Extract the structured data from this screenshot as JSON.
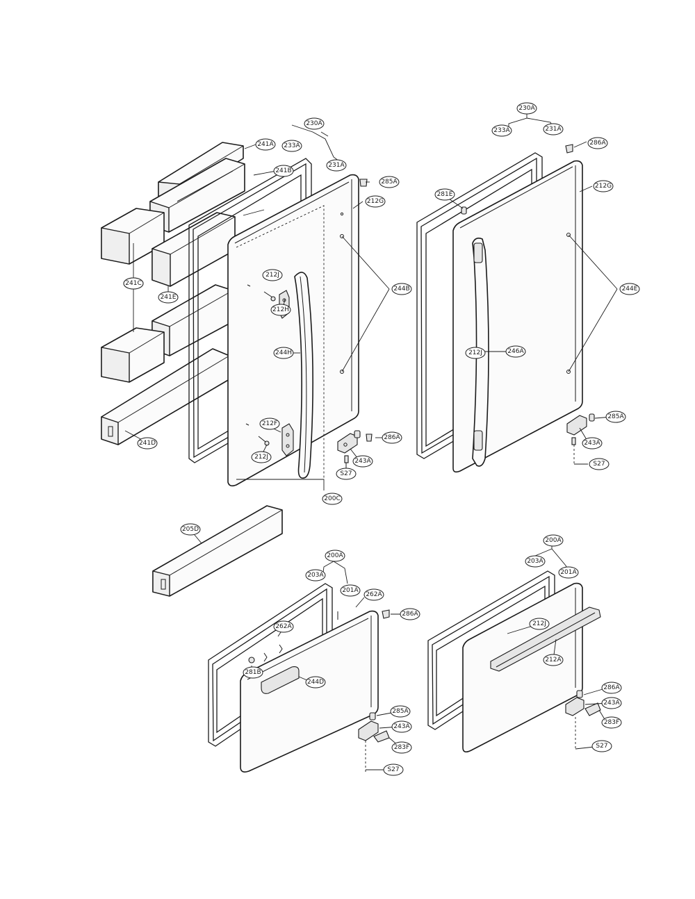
{
  "diagram": {
    "callouts": [
      {
        "id": "c-230A-tl",
        "text": "230A"
      },
      {
        "id": "c-241A",
        "text": "241A"
      },
      {
        "id": "c-233A-tl",
        "text": "233A"
      },
      {
        "id": "c-241B",
        "text": "241B"
      },
      {
        "id": "c-231A-tl",
        "text": "231A"
      },
      {
        "id": "c-285A-tl",
        "text": "285A"
      },
      {
        "id": "c-212G-l",
        "text": "212G"
      },
      {
        "id": "c-241C-top",
        "text": "241C"
      },
      {
        "id": "c-241C-mid",
        "text": "241C"
      },
      {
        "id": "c-241E",
        "text": "241E"
      },
      {
        "id": "c-244B-l",
        "text": "244B"
      },
      {
        "id": "c-212J-a",
        "text": "212J"
      },
      {
        "id": "c-212H",
        "text": "212H"
      },
      {
        "id": "c-244H",
        "text": "244H"
      },
      {
        "id": "c-212F",
        "text": "212F"
      },
      {
        "id": "c-212J-b",
        "text": "212J"
      },
      {
        "id": "c-241D",
        "text": "241D"
      },
      {
        "id": "c-286A-l",
        "text": "286A"
      },
      {
        "id": "c-243A-l",
        "text": "243A"
      },
      {
        "id": "c-S27-l",
        "text": "S27"
      },
      {
        "id": "c-200C",
        "text": "200C"
      },
      {
        "id": "c-230A-tr",
        "text": "230A"
      },
      {
        "id": "c-233A-tr",
        "text": "233A"
      },
      {
        "id": "c-231A-tr",
        "text": "231A"
      },
      {
        "id": "c-286A-tr",
        "text": "286A"
      },
      {
        "id": "c-281E-r",
        "text": "281E"
      },
      {
        "id": "c-212G-r",
        "text": "212G"
      },
      {
        "id": "c-244E",
        "text": "244E"
      },
      {
        "id": "c-212J-r",
        "text": "212J"
      },
      {
        "id": "c-246A",
        "text": "246A"
      },
      {
        "id": "c-285A-r",
        "text": "285A"
      },
      {
        "id": "c-243A-r",
        "text": "243A"
      },
      {
        "id": "c-S27-r",
        "text": "S27"
      },
      {
        "id": "c-205D",
        "text": "205D"
      },
      {
        "id": "c-200A-bl",
        "text": "200A"
      },
      {
        "id": "c-203A-bl",
        "text": "203A"
      },
      {
        "id": "c-201A-bl",
        "text": "201A"
      },
      {
        "id": "c-262A",
        "text": "262A"
      },
      {
        "id": "c-286A-bl",
        "text": "286A"
      },
      {
        "id": "c-262A-b",
        "text": "262A"
      },
      {
        "id": "c-281B",
        "text": "281B"
      },
      {
        "id": "c-244D",
        "text": "244D"
      },
      {
        "id": "c-285A-bl",
        "text": "285A"
      },
      {
        "id": "c-243A-bl",
        "text": "243A"
      },
      {
        "id": "c-283F-bl",
        "text": "283F"
      },
      {
        "id": "c-S27-bl",
        "text": "S27"
      },
      {
        "id": "c-200A-br",
        "text": "200A"
      },
      {
        "id": "c-203A-br",
        "text": "203A"
      },
      {
        "id": "c-201A-br",
        "text": "201A"
      },
      {
        "id": "c-212J-br",
        "text": "212J"
      },
      {
        "id": "c-212A",
        "text": "212A"
      },
      {
        "id": "c-286A-br",
        "text": "286A"
      },
      {
        "id": "c-243A-br",
        "text": "243A"
      },
      {
        "id": "c-283F-br",
        "text": "283F"
      },
      {
        "id": "c-S27-br",
        "text": "S27"
      }
    ]
  }
}
